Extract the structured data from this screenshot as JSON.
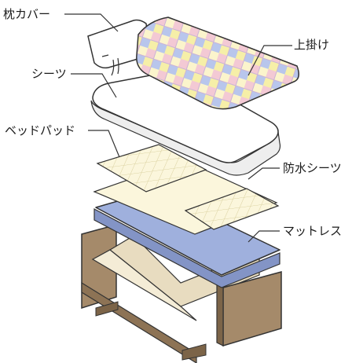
{
  "labels": {
    "pillow_cover": "枕カバー",
    "top_blanket": "上掛け",
    "sheet": "シーツ",
    "bed_pad": "ベッドパッド",
    "waterproof_sheet": "防水シーツ",
    "mattress": "マットレス"
  },
  "colors": {
    "outline": "#333333",
    "bed_frame": "#a58a6a",
    "bed_frame_dark": "#7c6448",
    "mattress": "#9fb0dd",
    "mattress_side": "#8394c6",
    "pad": "#fbf6dc",
    "grid": "#d8cf9c",
    "sheet": "#ffffff",
    "blanket_pink": "#f3c9d4",
    "blanket_yellow": "#f6efa8",
    "blanket_blue": "#b8c6ec"
  }
}
